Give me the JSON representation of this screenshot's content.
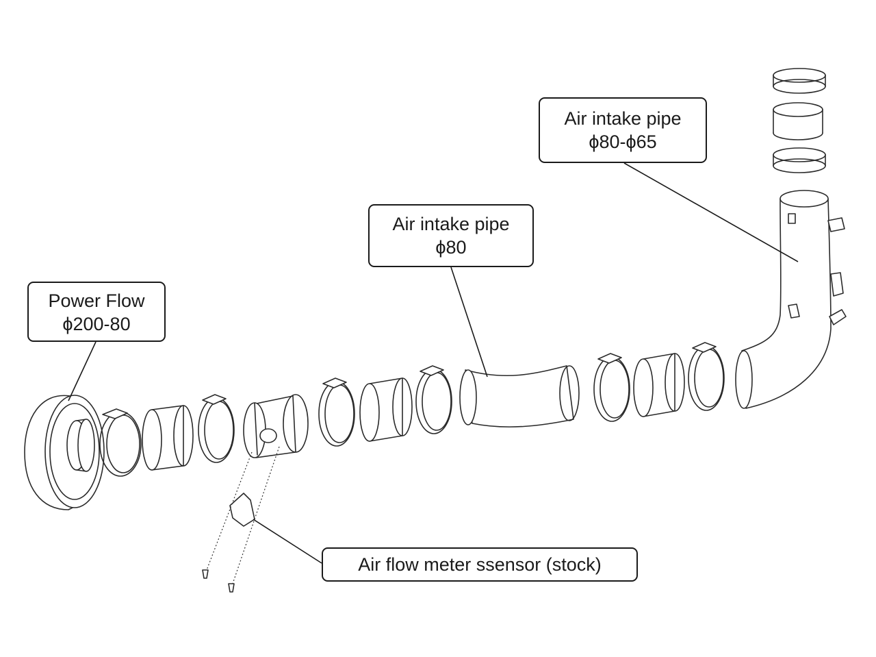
{
  "callouts": {
    "power_flow": {
      "line1": "Power Flow",
      "line2": "ϕ200-80"
    },
    "intake_pipe_80": {
      "line1": "Air intake pipe",
      "line2": "ϕ80"
    },
    "intake_pipe_80_65": {
      "line1": "Air intake pipe",
      "line2": "ϕ80-ϕ65"
    },
    "air_flow_meter": {
      "line1": "Air flow meter ssensor (stock)"
    }
  },
  "colors": {
    "ink": "#1a1a1a",
    "background": "#ffffff"
  }
}
